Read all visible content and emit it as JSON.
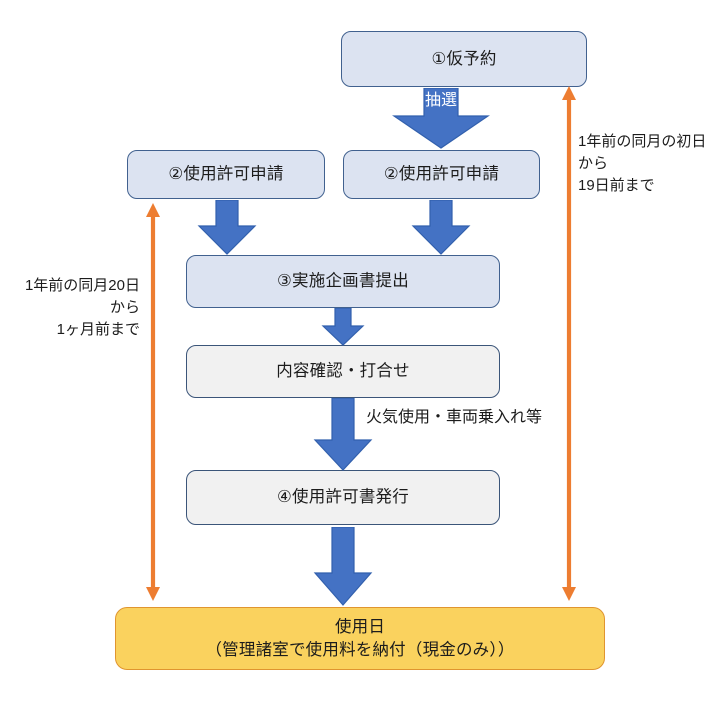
{
  "diagram": {
    "title_nodes": {
      "provisional_reservation": "①仮予約",
      "use_permit_application_left": "②使用許可申請",
      "use_permit_application_right": "②使用許可申請",
      "plan_submission": "③実施企画書提出",
      "content_check_meeting": "内容確認・打合せ",
      "permit_issued": "④使用許可書発行",
      "usage_day_line1": "使用日",
      "usage_day_line2": "（管理諸室で使用料を納付（現金のみ））"
    },
    "edge_labels": {
      "lottery": "抽選",
      "fire_vehicle_note": "火気使用・車両乗入れ等"
    },
    "range_labels": {
      "left": {
        "line1": "1年前の同月20日",
        "line2": "から",
        "line3": "1ヶ月前まで"
      },
      "right": {
        "line1": "1年前の同月の初日",
        "line2": "から",
        "line3": "19日前まで"
      }
    },
    "colors": {
      "node_blue_fill": "#dce3f1",
      "node_blue_border": "#41618f",
      "node_gray_fill": "#f1f1f1",
      "node_gray_border": "#3b5579",
      "node_yellow_fill": "#fad25e",
      "node_yellow_border": "#e0952f",
      "arrow_blue_fill": "#4472c4",
      "arrow_blue_border": "#3260ad",
      "arrow_orange": "#ed7d31",
      "background": "#ffffff"
    }
  }
}
